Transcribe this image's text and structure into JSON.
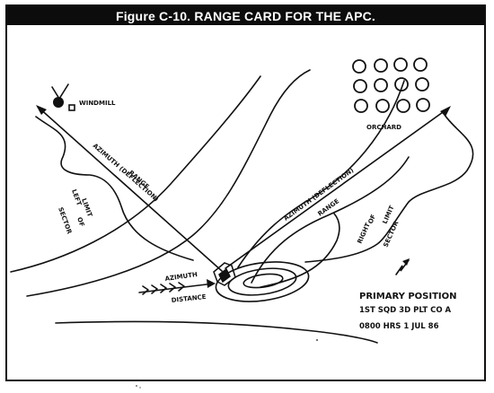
{
  "figure": {
    "title": "Figure C-10. RANGE CARD FOR THE APC."
  },
  "labels": {
    "windmill": "WINDMILL",
    "orchard": "ORCHARD",
    "left_azimuth": "AZIMUTH (DEFLECTION)",
    "left_range": "RANGE",
    "right_azimuth": "AZIMUTH (DEFLECTION)",
    "right_range": "RANGE",
    "left_sector": [
      "LEFT",
      "LIMIT",
      "OF",
      "SECTOR"
    ],
    "right_sector": [
      "RIGHT",
      "OF",
      "LIMIT",
      "SECTOR"
    ],
    "azimuth": "AZIMUTH",
    "distance": "DISTANCE"
  },
  "position_note": {
    "line1": "PRIMARY POSITION",
    "line2": "1ST SQD 3D PLT CO A",
    "line3": "0800 HRS 1 JUL 86"
  },
  "icons": {
    "north_arrow": "north-arrow-icon",
    "windmill": "windmill-icon",
    "vehicle": "apc-icon"
  }
}
